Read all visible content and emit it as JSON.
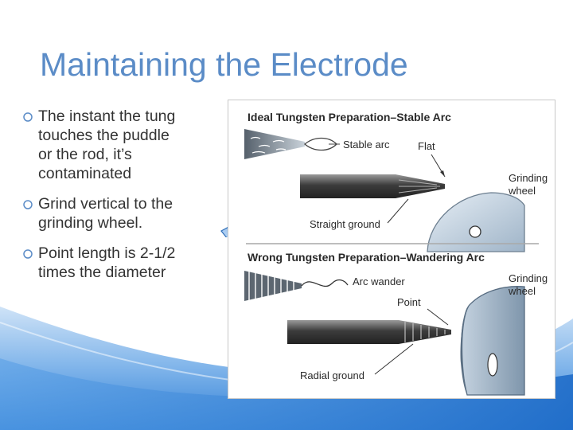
{
  "slide": {
    "title": "Maintaining the Electrode",
    "bullets": [
      {
        "text": "The instant the tung touches the puddle or the rod, it’s contaminated",
        "lines": [
          "The instant the tung",
          "touches the puddle",
          "or the rod, it’s",
          "contaminated"
        ]
      },
      {
        "text": "Grind vertical to the grinding wheel.",
        "lines": [
          "Grind vertical to the",
          "grinding wheel."
        ]
      },
      {
        "text": "Point length is 2-1/2 times the diameter",
        "lines": [
          "Point length is 2-1/2",
          "times the diameter"
        ]
      }
    ],
    "bullet_icon": "open-circle-bullet-icon"
  },
  "figure": {
    "ideal": {
      "heading": "Ideal Tungsten Preparation–Stable Arc",
      "arc_label": "Stable arc",
      "flat_label": "Flat",
      "wheel_label": [
        "Grinding",
        "wheel"
      ],
      "ground_label": "Straight ground"
    },
    "wrong": {
      "heading": "Wrong Tungsten Preparation–Wandering Arc",
      "arc_label": "Arc wander",
      "point_label": "Point",
      "wheel_label": [
        "Grinding",
        "wheel"
      ],
      "ground_label": "Radial ground"
    }
  },
  "colors": {
    "title": "#5b8cc7",
    "body_text": "#333333",
    "accent_blue": "#3b84d8",
    "figure_text": "#2a2a2a"
  }
}
